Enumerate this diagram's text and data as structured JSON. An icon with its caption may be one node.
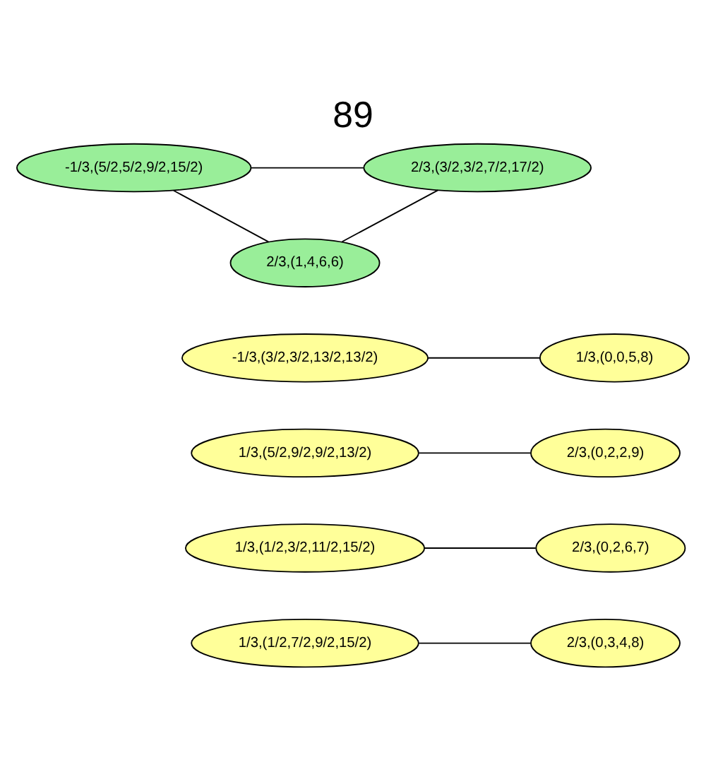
{
  "diagram": {
    "title": "89",
    "nodes": [
      {
        "text": [
          "-1/3,(5/2,5/2,9/2,15/2)"
        ]
      },
      {
        "text": [
          "2/3,(3/2,3/2,7/2,17/2)"
        ]
      },
      {
        "text": [
          "2/3,(1,4,6,6)"
        ]
      },
      {
        "text": [
          "-1/3,(3/2,3/2,13/2,13/2)"
        ]
      },
      {
        "text": [
          "1/3,(0,0,5,8)"
        ]
      },
      {
        "text": [
          "1/3,(5/2,9/2,9/2,13/2)"
        ]
      },
      {
        "text": [
          "2/3,(0,2,2,9)"
        ]
      },
      {
        "text": [
          "1/3,(1/2,3/2,11/2,15/2)"
        ]
      },
      {
        "text": [
          "2/3,(0,2,6,7)"
        ]
      },
      {
        "text": [
          "1/3,(1/2,7/2,9/2,15/2)"
        ]
      },
      {
        "text": [
          "2/3,(0,3,4,8)"
        ]
      }
    ],
    "edges": [
      {
        "from": 0,
        "to": 1,
        "arrow": "none"
      },
      {
        "from": 0,
        "to": 2,
        "arrow": "none"
      },
      {
        "from": 1,
        "to": 2,
        "arrow": "none"
      },
      {
        "from": 3,
        "to": 4,
        "arrow": "none"
      },
      {
        "from": 5,
        "to": 6,
        "arrow": "none"
      },
      {
        "from": 7,
        "to": 8,
        "arrow": "none"
      },
      {
        "from": 9,
        "to": 10,
        "arrow": "none"
      }
    ]
  }
}
